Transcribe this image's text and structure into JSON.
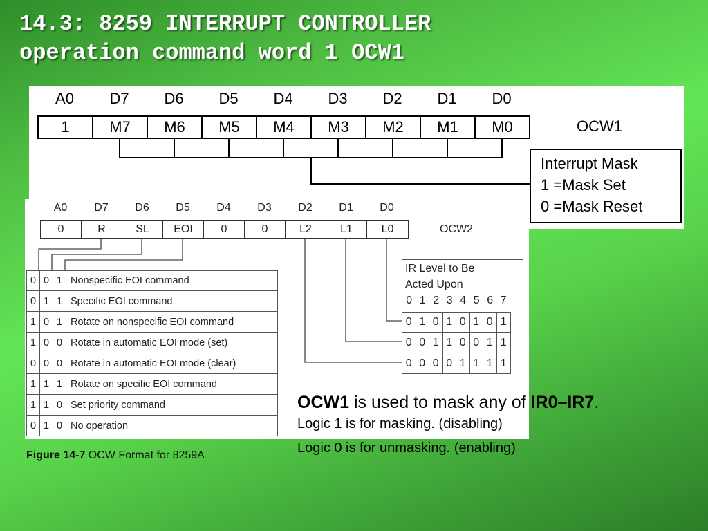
{
  "title": {
    "line1": "14.3: 8259 INTERRUPT CONTROLLER",
    "line2": "operation command word 1 OCW1"
  },
  "ocw1": {
    "headers": [
      "A0",
      "D7",
      "D6",
      "D5",
      "D4",
      "D3",
      "D2",
      "D1",
      "D0"
    ],
    "cells": [
      "1",
      "M7",
      "M6",
      "M5",
      "M4",
      "M3",
      "M2",
      "M1",
      "M0"
    ],
    "label": "OCW1",
    "mask_box": {
      "line1": "Interrupt Mask",
      "line2": "1 =Mask Set",
      "line3": "0 =Mask Reset"
    }
  },
  "ocw2": {
    "headers": [
      "A0",
      "D7",
      "D6",
      "D5",
      "D4",
      "D3",
      "D2",
      "D1",
      "D0"
    ],
    "cells": [
      "0",
      "R",
      "SL",
      "EOI",
      "0",
      "0",
      "L2",
      "L1",
      "L0"
    ],
    "label": "OCW2",
    "commands": [
      {
        "bits": [
          "0",
          "0",
          "1"
        ],
        "text": "Nonspecific EOI command"
      },
      {
        "bits": [
          "0",
          "1",
          "1"
        ],
        "text": "Specific EOI command"
      },
      {
        "bits": [
          "1",
          "0",
          "1"
        ],
        "text": "Rotate on nonspecific EOI command"
      },
      {
        "bits": [
          "1",
          "0",
          "0"
        ],
        "text": "Rotate in automatic EOI mode  (set)"
      },
      {
        "bits": [
          "0",
          "0",
          "0"
        ],
        "text": "Rotate in automatic EOI mode  (clear)"
      },
      {
        "bits": [
          "1",
          "1",
          "1"
        ],
        "text": "Rotate on specific EOI command"
      },
      {
        "bits": [
          "1",
          "1",
          "0"
        ],
        "text": "Set priority command"
      },
      {
        "bits": [
          "0",
          "1",
          "0"
        ],
        "text": "No operation"
      }
    ],
    "ir_level": {
      "title1": "IR Level to Be",
      "title2": "Acted Upon",
      "levels": [
        "0",
        "1",
        "2",
        "3",
        "4",
        "5",
        "6",
        "7"
      ],
      "rows": [
        [
          "0",
          "1",
          "0",
          "1",
          "0",
          "1",
          "0",
          "1"
        ],
        [
          "0",
          "0",
          "1",
          "1",
          "0",
          "0",
          "1",
          "1"
        ],
        [
          "0",
          "0",
          "0",
          "0",
          "1",
          "1",
          "1",
          "1"
        ]
      ]
    }
  },
  "figure_caption": {
    "label": "Figure 14-7",
    "text": " OCW Format for 8259A"
  },
  "notes": {
    "line1_bold1": "OCW1",
    "line1_mid": " is used to mask any of ",
    "line1_bold2": "IR0–IR7",
    "line1_end": ".",
    "line2": "Logic 1 is for masking. (disabling)",
    "line3": "Logic 0 is for unmasking. (enabling)"
  }
}
